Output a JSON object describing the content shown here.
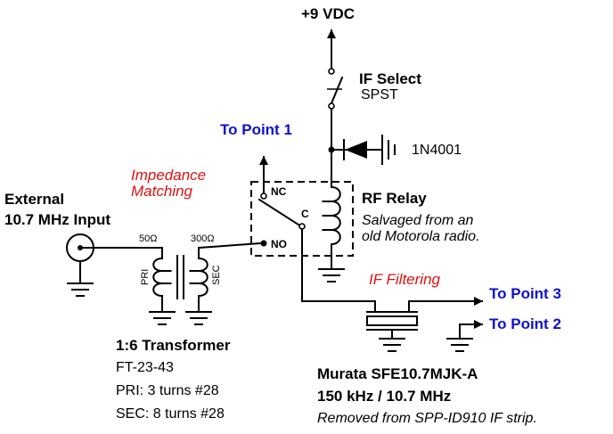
{
  "supply": {
    "label": "+9 VDC"
  },
  "switch": {
    "title": "IF Select",
    "type": "SPST"
  },
  "diode": {
    "part": "1N4001"
  },
  "relay": {
    "title": "RF Relay",
    "note_line1": "Salvaged from an",
    "note_line2": "old Motorola radio.",
    "pin_nc": "NC",
    "pin_c": "C",
    "pin_no": "NO"
  },
  "annotations": {
    "impedance_line1": "Impedance",
    "impedance_line2": "Matching",
    "if_filtering": "IF Filtering"
  },
  "outputs": {
    "point1": "To Point 1",
    "point2": "To Point 2",
    "point3": "To Point 3"
  },
  "input": {
    "line1": "External",
    "line2": "10.7 MHz Input"
  },
  "transformer": {
    "z_primary": "50Ω",
    "z_secondary": "300Ω",
    "pri_label": "PRI",
    "sec_label": "SEC",
    "title": "1:6 Transformer",
    "core": "FT-23-43",
    "pri_turns": "PRI: 3 turns #28",
    "sec_turns": "SEC: 8 turns #28"
  },
  "filter": {
    "part": "Murata SFE10.7MJK-A",
    "spec": "150 kHz / 10.7 MHz",
    "source": "Removed from SPP-ID910 IF strip."
  }
}
